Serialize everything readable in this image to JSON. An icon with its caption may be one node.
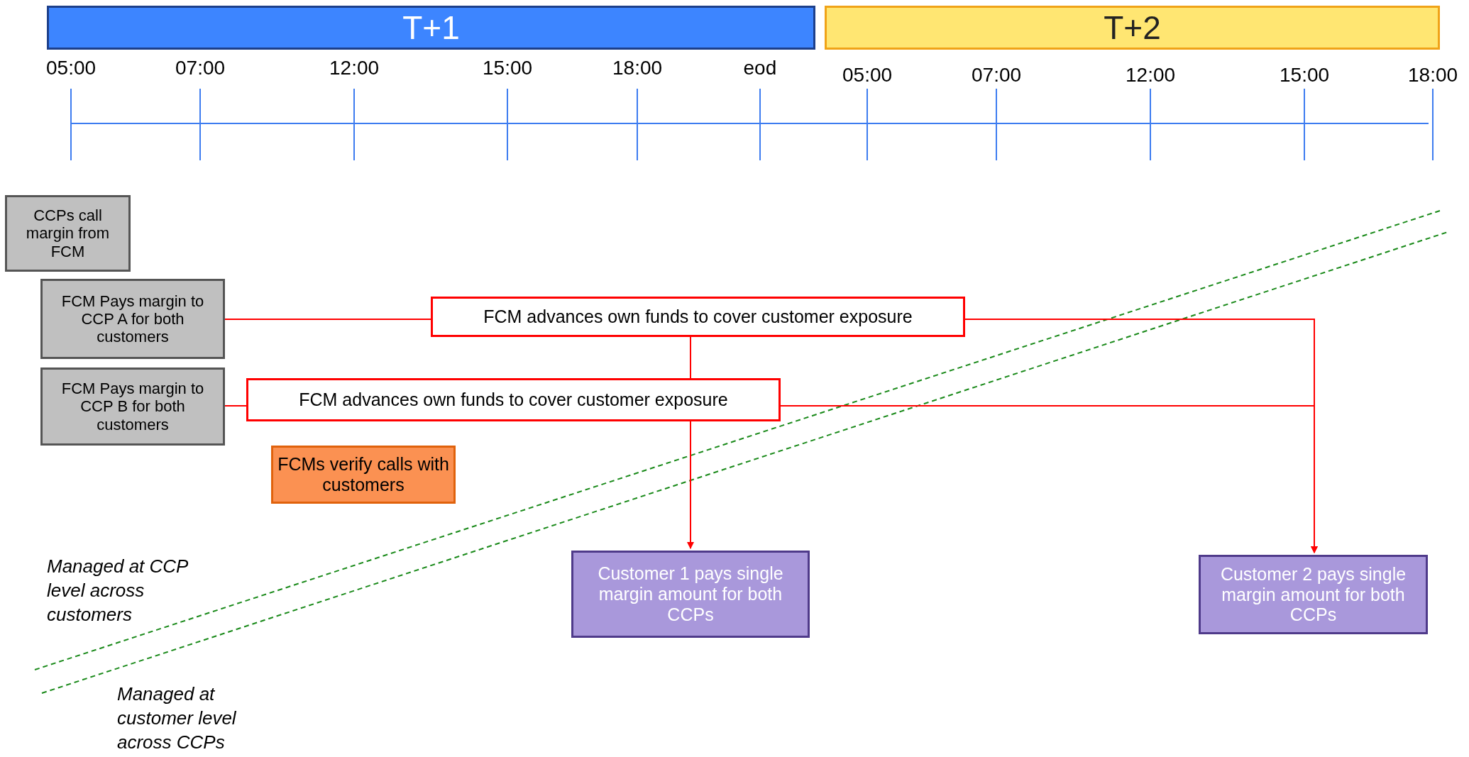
{
  "diagram": {
    "nodes": [
      {
        "text": [
          "T+1"
        ]
      },
      {
        "text": [
          "T+2"
        ]
      },
      {
        "text": [
          "CCPs call margin from FCM"
        ]
      },
      {
        "text": [
          "FCM Pays margin to CCP A  for both customers"
        ]
      },
      {
        "text": [
          "FCM advances own funds to cover customer exposure"
        ]
      },
      {
        "text": [
          "FCM Pays margin to CCP B for both customers"
        ]
      },
      {
        "text": [
          "FCM advances own funds to cover customer exposure"
        ]
      },
      {
        "text": [
          "FCMs verify calls with customers"
        ]
      },
      {
        "text": [
          "Customer 1 pays  single margin amount for both CCPs"
        ]
      },
      {
        "text": [
          "Customer 2 pays single margin amount for both CCPs"
        ]
      }
    ],
    "edges": [
      {
        "from": 3,
        "to": 4,
        "arrow": "none"
      },
      {
        "from": 4,
        "to": 6,
        "arrow": "none"
      },
      {
        "from": 4,
        "to": 9,
        "arrow": "to"
      },
      {
        "from": 5,
        "to": 6,
        "arrow": "none"
      },
      {
        "from": 6,
        "to": 8,
        "arrow": "to"
      },
      {
        "from": 6,
        "to": 9,
        "arrow": "to"
      }
    ],
    "labels": [
      "05:00",
      "07:00",
      "12:00",
      "15:00",
      "18:00",
      "eod",
      "05:00",
      "07:00",
      "12:00",
      "15:00",
      "18:00",
      "Managed at CCP level across customers",
      "Managed at customer level across CCPs"
    ]
  }
}
